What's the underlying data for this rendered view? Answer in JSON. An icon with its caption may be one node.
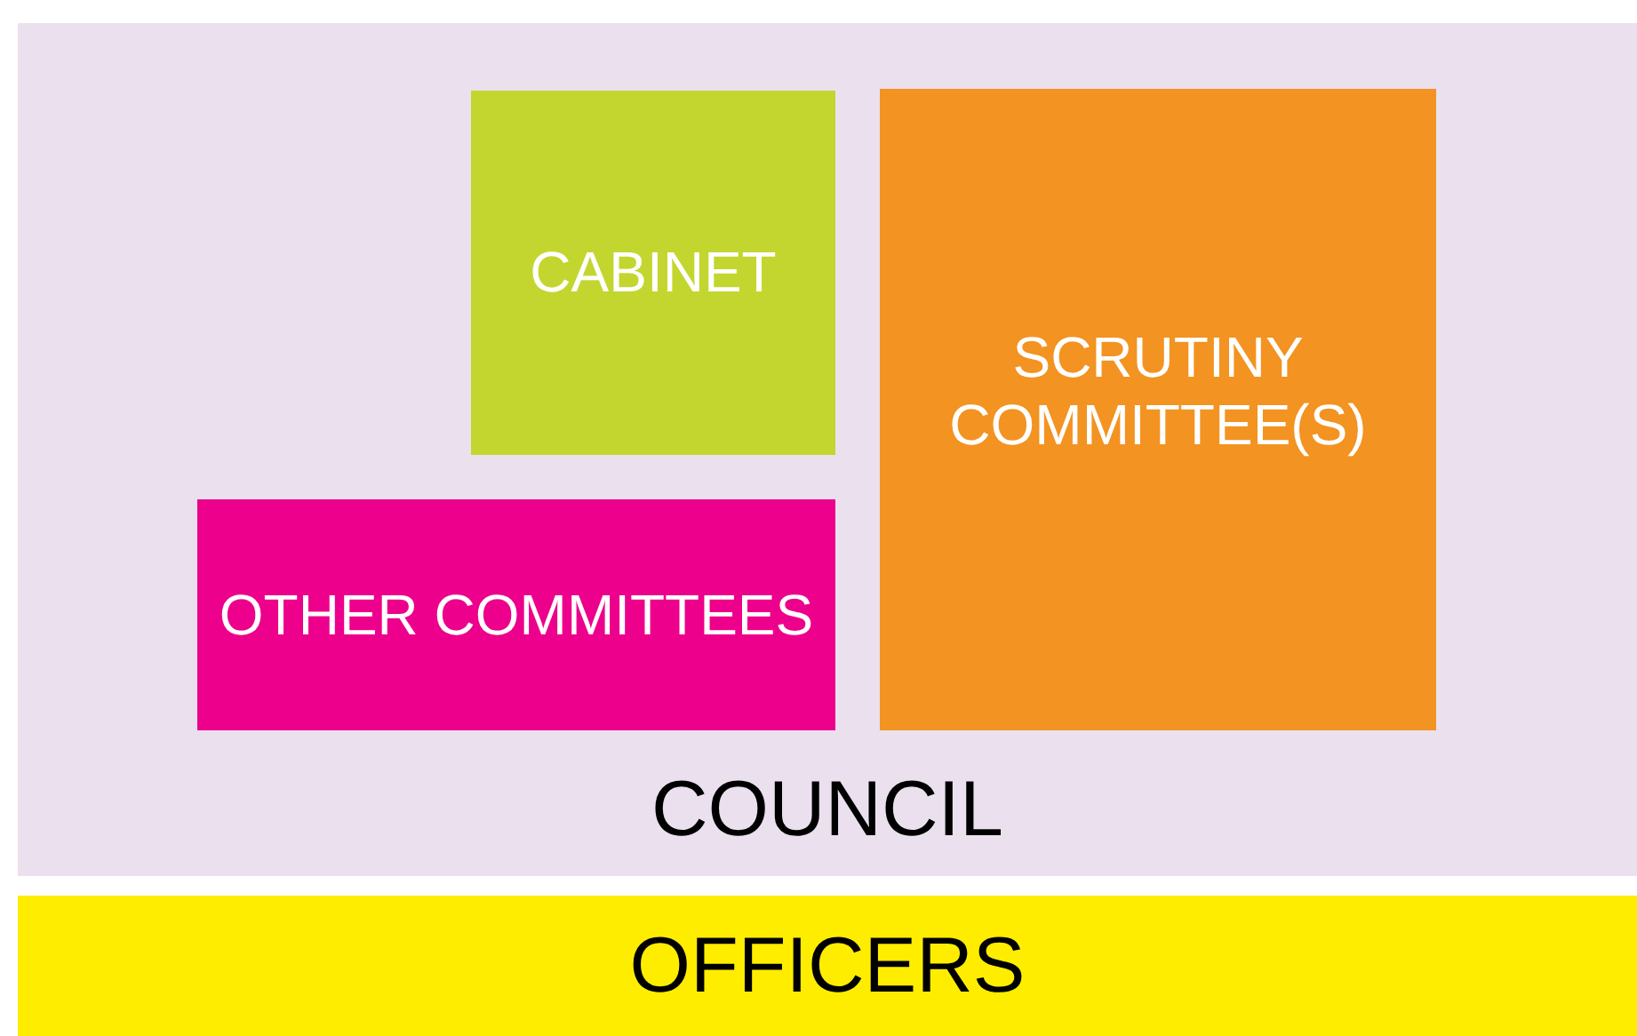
{
  "diagram": {
    "nodes": [
      {
        "text": [
          "COUNCIL"
        ]
      },
      {
        "text": [
          "CABINET"
        ],
        "in": 0
      },
      {
        "text": [
          "SCRUTINY COMMITTEE(S)"
        ],
        "in": 0
      },
      {
        "text": [
          "OTHER COMMITTEES"
        ],
        "in": 0
      },
      {
        "text": [
          "OFFICERS"
        ]
      }
    ],
    "edges": []
  }
}
